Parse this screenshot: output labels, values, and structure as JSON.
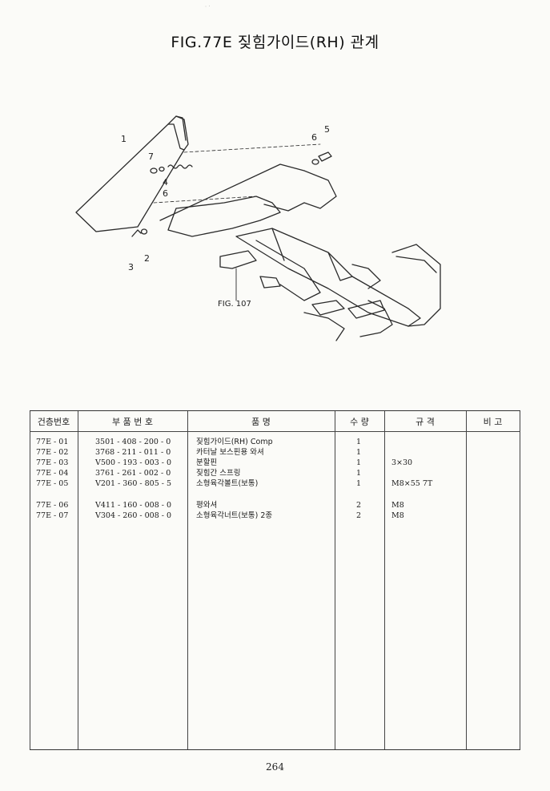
{
  "title": "FIG.77E 짖힘가이드(RH) 관계",
  "figure": {
    "callouts": [
      "1",
      "2",
      "3",
      "4",
      "5",
      "6",
      "6",
      "7"
    ],
    "fig_ref": "FIG. 107"
  },
  "table": {
    "headers": [
      "건층번호",
      "부 품 번 호",
      "품 명",
      "수 량",
      "규 격",
      "비 고"
    ],
    "rows": [
      {
        "no": "77E - 01",
        "part": "3501 - 408 - 200 - 0",
        "name": "짖힘가이드(RH) Comp",
        "qty": "1",
        "spec": "",
        "note": ""
      },
      {
        "no": "77E - 02",
        "part": "3768 - 211 - 011 - 0",
        "name": "카터날 보스핀용 와셔",
        "qty": "1",
        "spec": "",
        "note": ""
      },
      {
        "no": "77E - 03",
        "part": "V500 - 193 - 003 - 0",
        "name": "분할핀",
        "qty": "1",
        "spec": "3×30",
        "note": ""
      },
      {
        "no": "77E - 04",
        "part": "3761 - 261 - 002 - 0",
        "name": "짖힘간 스프링",
        "qty": "1",
        "spec": "",
        "note": ""
      },
      {
        "no": "77E - 05",
        "part": "V201 - 360 - 805 - 5",
        "name": "소형육각볼트(보통)",
        "qty": "1",
        "spec": "M8×55 7T",
        "note": ""
      },
      {
        "no": "77E - 06",
        "part": "V411 - 160 - 008 - 0",
        "name": "평와셔",
        "qty": "2",
        "spec": "M8",
        "note": ""
      },
      {
        "no": "77E - 07",
        "part": "V304 - 260 - 008 - 0",
        "name": "소형육각너트(보통) 2종",
        "qty": "2",
        "spec": "M8",
        "note": ""
      }
    ]
  },
  "page_number": "264"
}
